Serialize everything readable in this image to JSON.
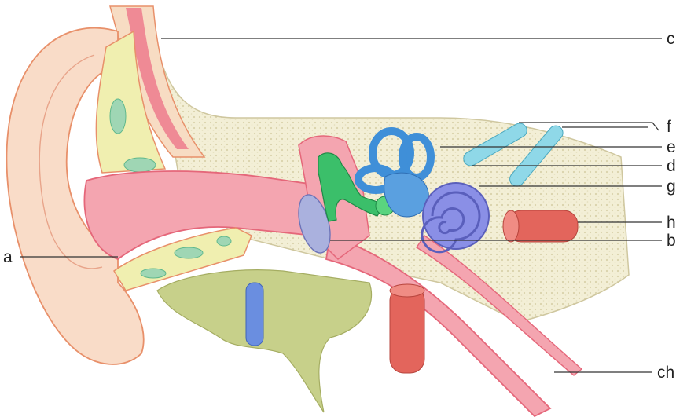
{
  "labels": {
    "a": "a",
    "b": "b",
    "c": "c",
    "d": "d",
    "e": "e",
    "f": "f",
    "g": "g",
    "h": "h",
    "ch": "ch"
  },
  "colors": {
    "skin": "#f9dcc8",
    "skin_outline": "#e8906a",
    "bone": "#f3efd6",
    "bone_outline": "#cfc79f",
    "canal": "#f4a5b0",
    "canal_deep": "#ee8597",
    "cartilage": "#f0efb0",
    "cartilage_spot": "#9fd6b4",
    "eardrum": "#aab1de",
    "ossicles": "#3bbf6a",
    "canals_blue": "#3f8fd8",
    "cochlea": "#8a8fe6",
    "nerve_cyan": "#8fd8e8",
    "artery": "#e3655c",
    "vein": "#6a8ee0",
    "gland": "#c7d08a"
  }
}
